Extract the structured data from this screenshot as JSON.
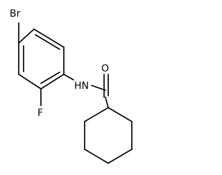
{
  "molecule": {
    "atoms": {
      "br": "Br",
      "f": "F",
      "nh": "HN",
      "o": "O"
    }
  }
}
